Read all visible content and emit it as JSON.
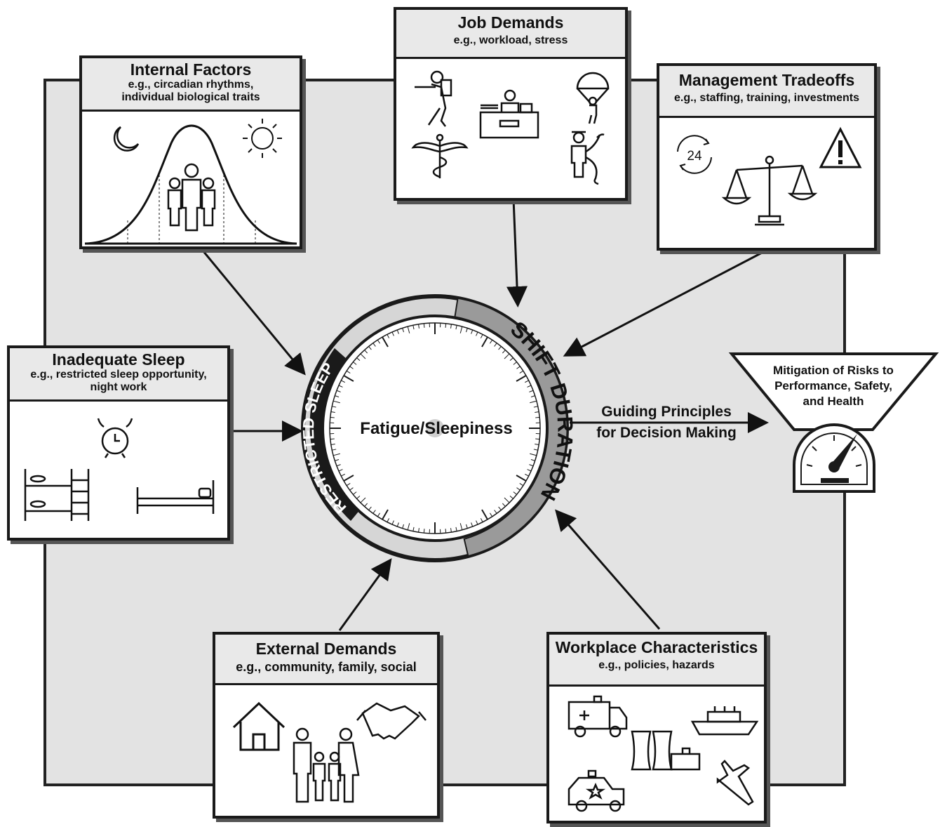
{
  "boxes": {
    "internal": {
      "title": "Internal Factors",
      "subtitle": "e.g., circadian rhythms,\nindividual biological traits"
    },
    "job": {
      "title": "Job Demands",
      "subtitle": "e.g., workload, stress"
    },
    "management": {
      "title": "Management Tradeoffs",
      "subtitle": "e.g., staffing, training, investments"
    },
    "sleep": {
      "title": "Inadequate Sleep",
      "subtitle": "e.g., restricted sleep opportunity,\nnight work"
    },
    "external": {
      "title": "External Demands",
      "subtitle": "e.g., community, family, social"
    },
    "workplace": {
      "title": "Workplace Characteristics",
      "subtitle": "e.g., policies, hazards"
    }
  },
  "dial": {
    "center_label": "Fatigue/Sleepiness",
    "left_arc_label": "RESTRICTED SLEEP",
    "right_arc_label": "SHIFT DURATION"
  },
  "guiding": {
    "line1": "Guiding Principles",
    "line2": "for Decision Making"
  },
  "mitigation": {
    "text": "Mitigation of Risks to\nPerformance, Safety,\nand Health"
  },
  "clock_badge": "24",
  "colors": {
    "panel": "#e3e3e3",
    "border": "#1a1a1a",
    "arc_dark": "#1a1a1a",
    "arc_mid": "#9a9a9a",
    "arc_light": "#d6d6d6"
  }
}
